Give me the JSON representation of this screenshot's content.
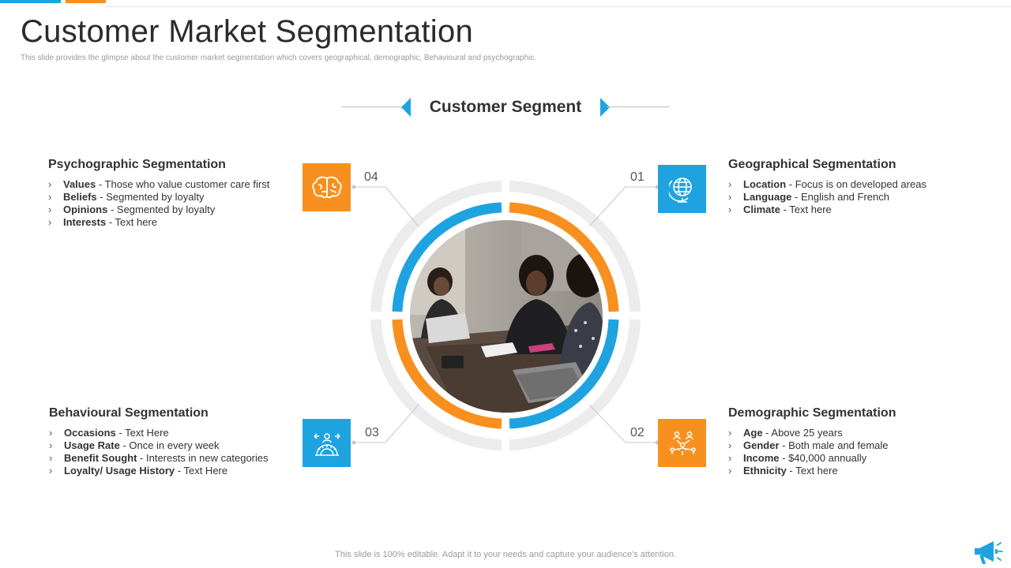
{
  "slide": {
    "title": "Customer Market Segmentation",
    "subtitle": "This slide provides the glimpse about the customer market segmentation which covers geographical, demographic, Behavioural and psychographic.",
    "footer": "This slide is 100% editable. Adapt it to your needs and capture your audience's attention."
  },
  "center": {
    "heading": "Customer Segment"
  },
  "colors": {
    "accent_blue": "#1fa3e0",
    "accent_orange": "#f7901e"
  },
  "segments": {
    "psychographic": {
      "number": "04",
      "icon": "brain-icon",
      "title": "Psychographic Segmentation",
      "items": [
        {
          "key": "Values",
          "value": " - Those  who value  customer care first"
        },
        {
          "key": "Beliefs",
          "value": " - Segmented  by loyalty"
        },
        {
          "key": "Opinions",
          "value": " - Segmented  by loyalty"
        },
        {
          "key": "Interests",
          "value": "  - Text here"
        }
      ]
    },
    "geographical": {
      "number": "01",
      "icon": "globe-icon",
      "title": "Geographical Segmentation",
      "items": [
        {
          "key": "Location",
          "value": " - Focus is on developed  areas"
        },
        {
          "key": "Language",
          "value": " - English and French"
        },
        {
          "key": "Climate",
          "value": " - Text here"
        }
      ]
    },
    "behavioural": {
      "number": "03",
      "icon": "behaviour-gear-icon",
      "title": "Behavioural Segmentation",
      "items": [
        {
          "key": "Occasions",
          "value": "  - Text Here"
        },
        {
          "key": "Usage Rate",
          "value": " - Once in every  week"
        },
        {
          "key": "Benefit Sought",
          "value": " - Interests in new categories"
        },
        {
          "key": "Loyalty/ Usage History",
          "value": "  - Text Here"
        }
      ]
    },
    "demographic": {
      "number": "02",
      "icon": "people-network-icon",
      "title": "Demographic Segmentation",
      "items": [
        {
          "key": "Age",
          "value": " - Above  25 years"
        },
        {
          "key": "Gender",
          "value": " - Both male and female"
        },
        {
          "key": "Income",
          "value": " - $40,000  annually"
        },
        {
          "key": "Ethnicity",
          "value": "  - Text here"
        }
      ]
    }
  }
}
